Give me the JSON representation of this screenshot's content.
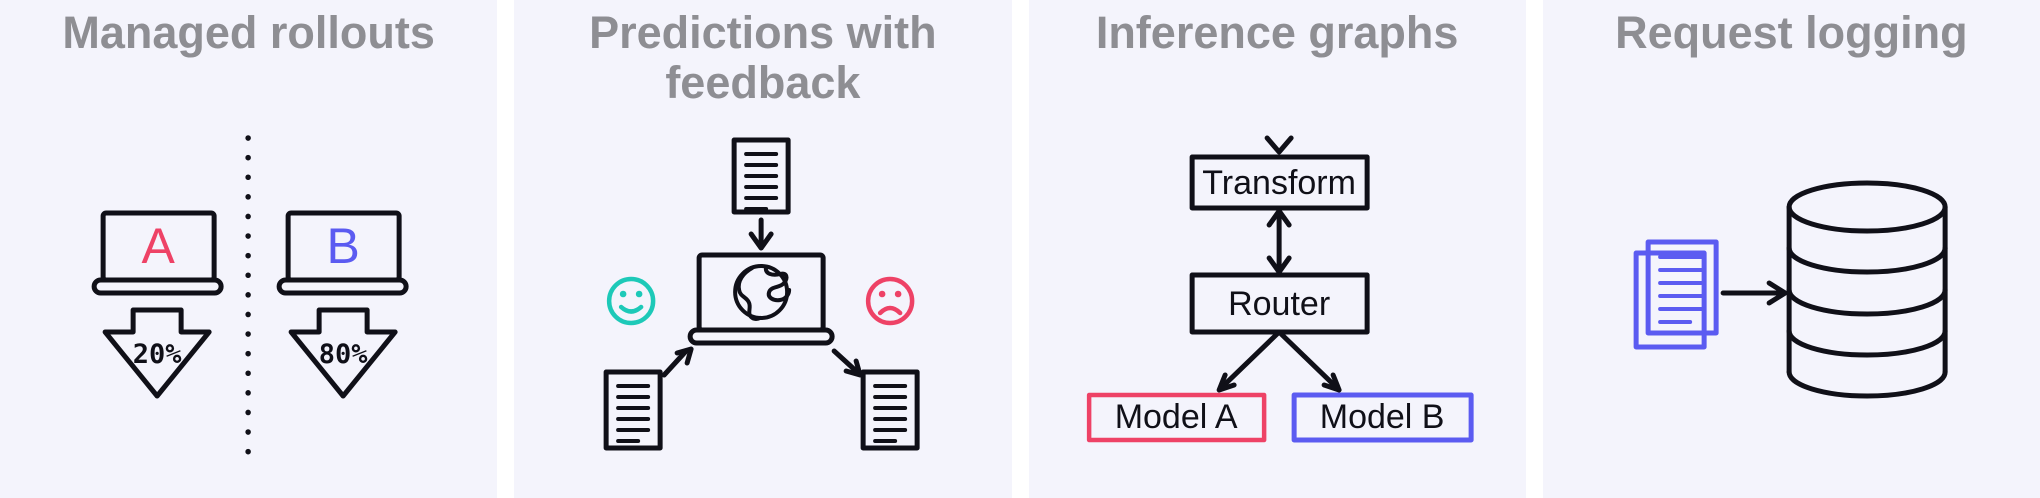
{
  "colors": {
    "panel_background": "#f4f4fc",
    "ink": "#101018",
    "title_gray": "#8e8e93",
    "accent_pink": "#ee4266",
    "accent_blue": "#5b5bf1",
    "accent_teal": "#1dc9b8"
  },
  "panels": {
    "managed_rollouts": {
      "title": "Managed rollouts",
      "variant_a": {
        "label": "A",
        "traffic_share": "20%"
      },
      "variant_b": {
        "label": "B",
        "traffic_share": "80%"
      }
    },
    "predictions_with_feedback": {
      "title": "Predictions with feedback"
    },
    "inference_graphs": {
      "title": "Inference graphs",
      "nodes": {
        "transform": "Transform",
        "router": "Router",
        "model_a": "Model A",
        "model_b": "Model B"
      }
    },
    "request_logging": {
      "title": "Request logging"
    }
  }
}
